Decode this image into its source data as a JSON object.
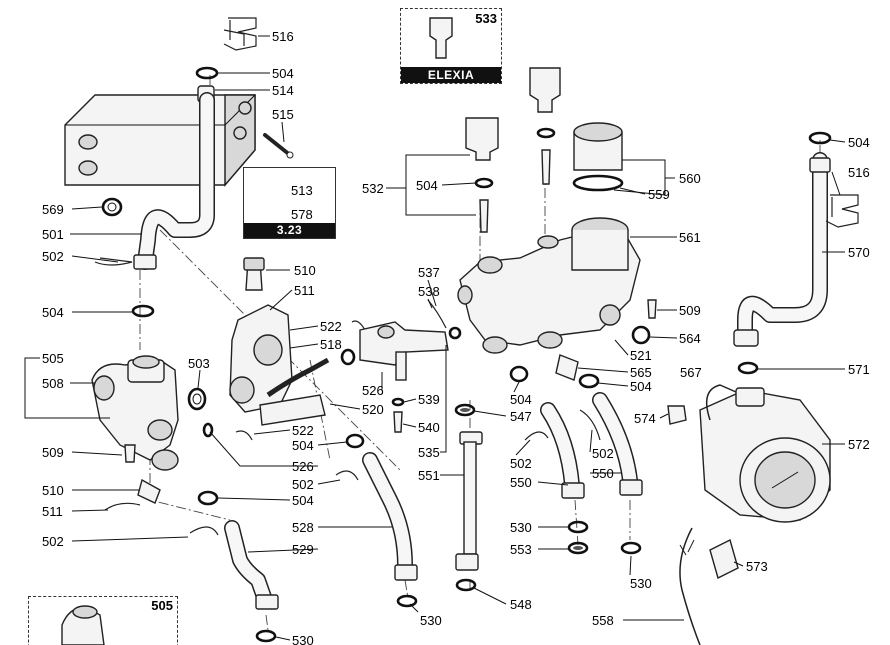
{
  "inset_boxes": {
    "elexia": {
      "number": "533",
      "caption": "ELEXIA"
    },
    "ref_323": {
      "caption": "3.23",
      "items": [
        "513",
        "578"
      ]
    },
    "bottom_left": {
      "number": "505"
    }
  },
  "callouts": {
    "c516a": "516",
    "c504a": "504",
    "c514": "514",
    "c515": "515",
    "c569": "569",
    "c501": "501",
    "c502a": "502",
    "c504b": "504",
    "c505": "505",
    "c508": "508",
    "c503": "503",
    "c509a": "509",
    "c510a": "510",
    "c511a": "511",
    "c502b": "502",
    "c510b": "510",
    "c511b": "511",
    "c522a": "522",
    "c518": "518",
    "c520": "520",
    "c522b": "522",
    "c504c": "504",
    "c526a": "526",
    "c502c": "502",
    "c504d": "504",
    "c528": "528",
    "c529": "529",
    "c530a": "530",
    "c530b": "530",
    "c537": "537",
    "c538": "538",
    "c526b": "526",
    "c539": "539",
    "c540": "540",
    "c535": "535",
    "c547": "547",
    "c551": "551",
    "c548": "548",
    "c532": "532",
    "c504e": "504",
    "c560": "560",
    "c559": "559",
    "c561": "561",
    "c509b": "509",
    "c564": "564",
    "c521": "521",
    "c565": "565",
    "c504f": "504",
    "c504g": "504",
    "c502d": "502",
    "c550a": "550",
    "c530c": "530",
    "c553": "553",
    "c502e": "502",
    "c550b": "550",
    "c530d": "530",
    "c567": "567",
    "c574": "574",
    "c572": "572",
    "c571": "571",
    "c573": "573",
    "c558": "558",
    "c504h": "504",
    "c516b": "516",
    "c570": "570"
  }
}
